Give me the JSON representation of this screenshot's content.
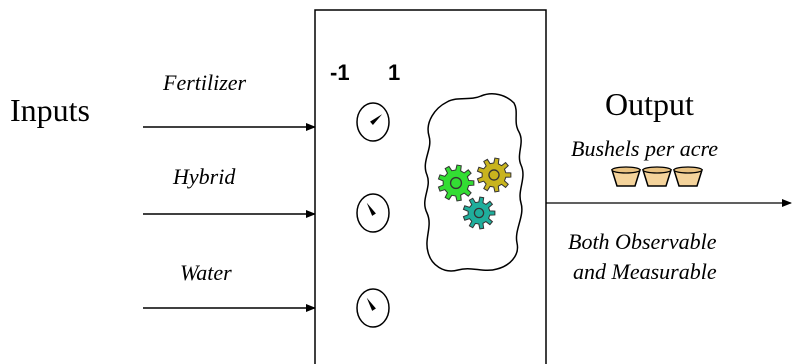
{
  "inputs_title": "Inputs",
  "scale": {
    "low": "-1",
    "high": "1"
  },
  "inputs": [
    {
      "label": "Fertilizer",
      "setting": 0.55
    },
    {
      "label": "Hybrid",
      "setting": -0.35
    },
    {
      "label": "Water",
      "setting": -0.35
    }
  ],
  "output": {
    "title": "Output",
    "unit": "Bushels per acre",
    "note_line1": "Both Observable",
    "note_line2": "and Measurable"
  },
  "colors": {
    "gear_green": "#33dd33",
    "gear_olive": "#c8b41e",
    "gear_teal": "#1fae9c",
    "basket": "#f4d39b"
  },
  "icons": [
    "dial-icon",
    "gear-icon",
    "basket-icon",
    "cloud-shape"
  ]
}
